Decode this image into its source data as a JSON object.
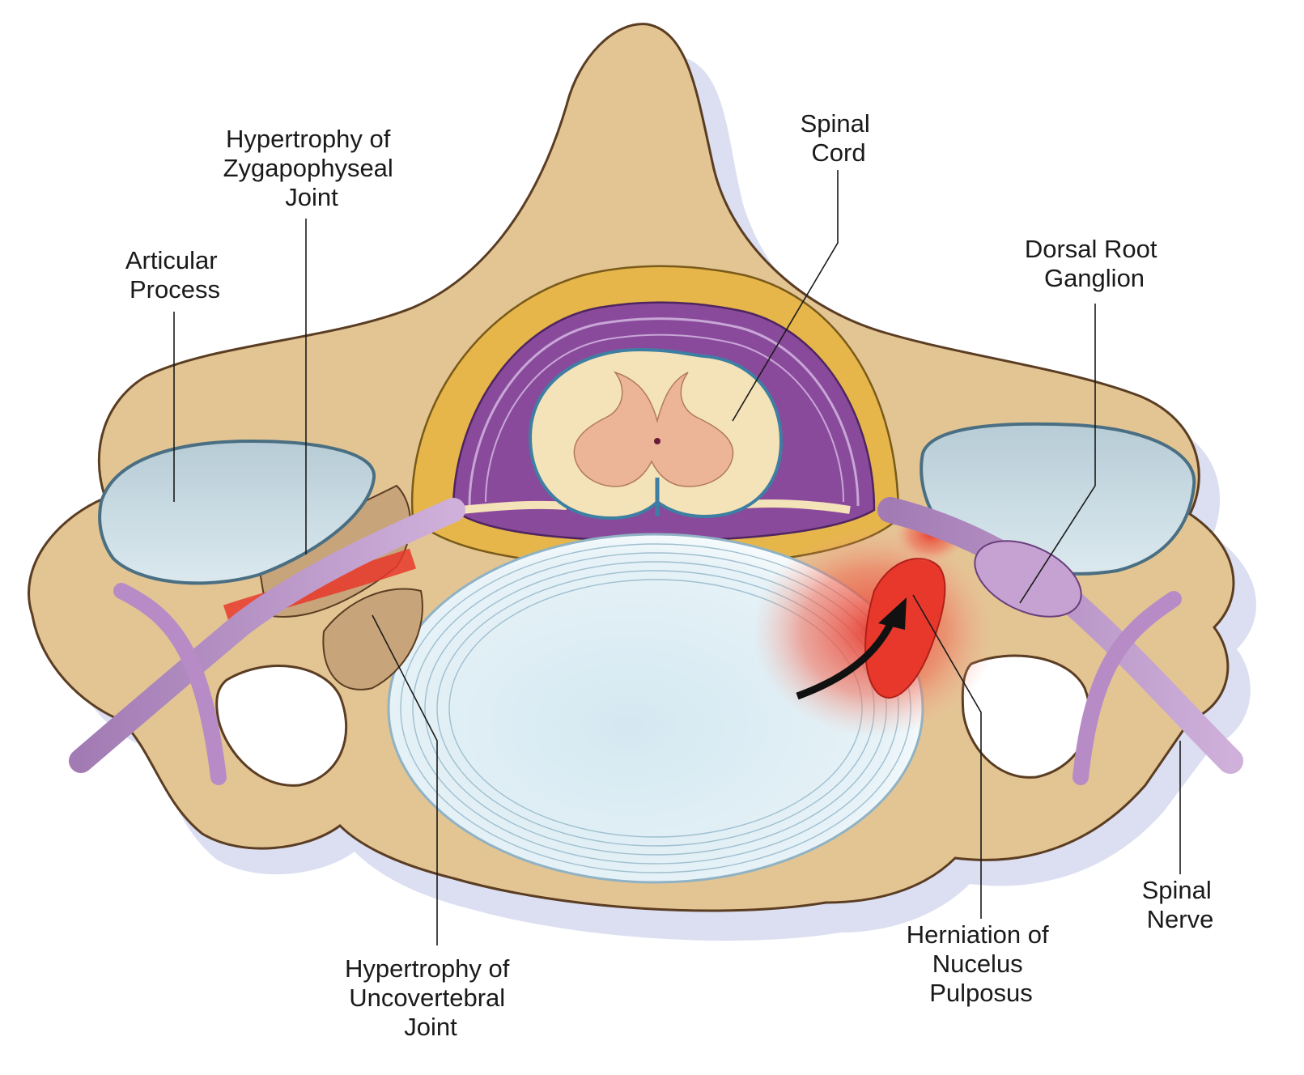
{
  "labels": {
    "articular_process": [
      "Articular",
      "Process"
    ],
    "zygapophyseal": [
      "Hypertrophy of",
      "Zygapophyseal",
      "Joint"
    ],
    "spinal_cord": [
      "Spinal",
      "Cord"
    ],
    "dorsal_root_ganglion": [
      "Dorsal Root",
      "Ganglion"
    ],
    "uncovertebral": [
      "Hypertrophy of",
      "Uncovertebral",
      "Joint"
    ],
    "herniation": [
      "Herniation of",
      "Nucelus",
      "Pulposus"
    ],
    "spinal_nerve": [
      "Spinal",
      "Nerve"
    ]
  },
  "colors": {
    "bone": "#e3c594",
    "bone_outline": "#5a3d22",
    "shadow": "#d7dcef",
    "fat": "#e6b64a",
    "dura": "#8a4a9c",
    "cord": "#f4e2b8",
    "grey_matter": "#ecb597",
    "disc": "#dfeff5",
    "facet": "#c9dde6",
    "nerve": "#b78cc6",
    "inflammation": "#e8382b"
  }
}
